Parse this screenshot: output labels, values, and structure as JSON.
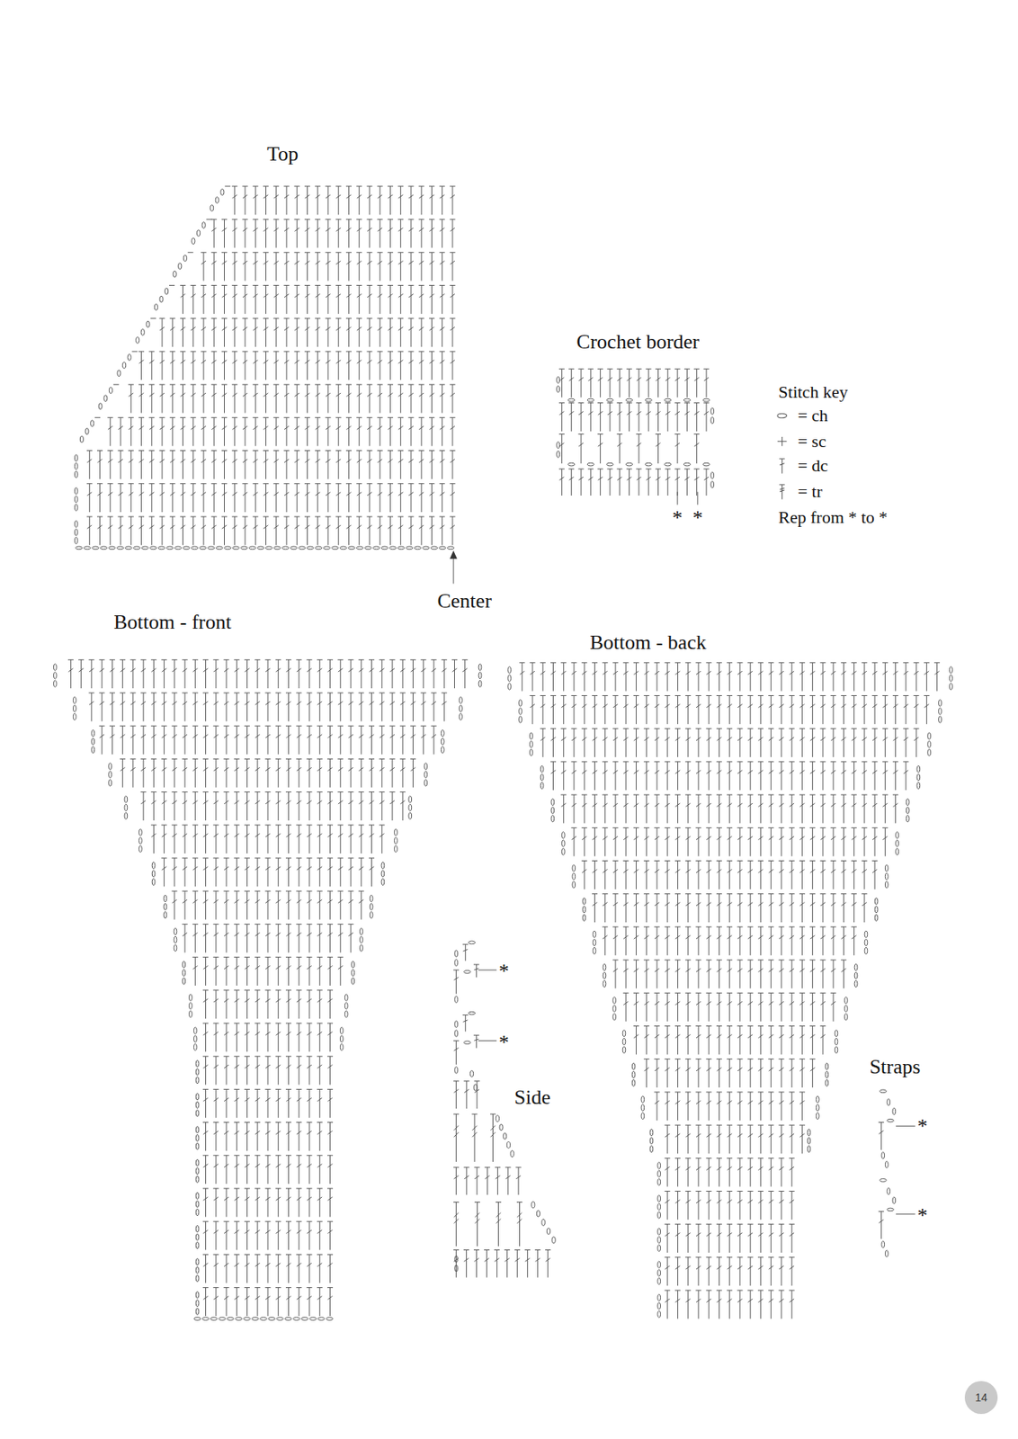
{
  "diagram": {
    "nodes": [
      {
        "text": [
          "14"
        ]
      }
    ],
    "labels": [
      "Top",
      "Crochet border",
      "*",
      "*",
      "Stitch key",
      "Rep from * to *",
      "Center",
      "Bottom - front",
      "Bottom - back",
      "*",
      "*",
      "Side",
      "Straps",
      "*",
      "*"
    ],
    "legend": [
      {
        "text": "= ch"
      },
      {
        "text": "= sc"
      },
      {
        "text": "= dc"
      },
      {
        "text": "= tr"
      }
    ]
  }
}
